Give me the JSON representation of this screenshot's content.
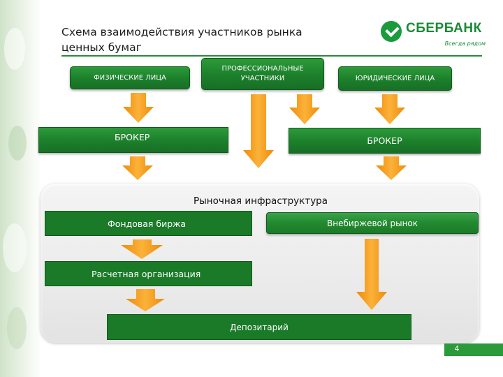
{
  "slide": {
    "title_line1": "Схема взаимодействия участников рынка",
    "title_line2": "ценных бумаг",
    "page_number": "4"
  },
  "logo": {
    "name": "СБЕРБАНК",
    "tagline": "Всегда рядом",
    "color": "#1a8a36"
  },
  "participants": {
    "individuals": "ФИЗИЧЕСКИЕ ЛИЦА",
    "professional_line1": "ПРОФЕССИОНАЛЬНЫЕ",
    "professional_line2": "УЧАСТНИКИ",
    "legal_entities": "ЮРИДИЧЕСКИЕ ЛИЦА"
  },
  "brokers": {
    "left": "БРОКЕР",
    "right": "БРОКЕР"
  },
  "infrastructure": {
    "title": "Рыночная инфраструктура",
    "stock_exchange": "Фондовая биржа",
    "otc_market": "Внебиржевой рынок",
    "settlement": "Расчетная организация",
    "depository": "Депозитарий"
  },
  "colors": {
    "box_green": "#1c7f2b",
    "arrow_orange": "#f59a12",
    "header_line": "#2a8a3a"
  }
}
